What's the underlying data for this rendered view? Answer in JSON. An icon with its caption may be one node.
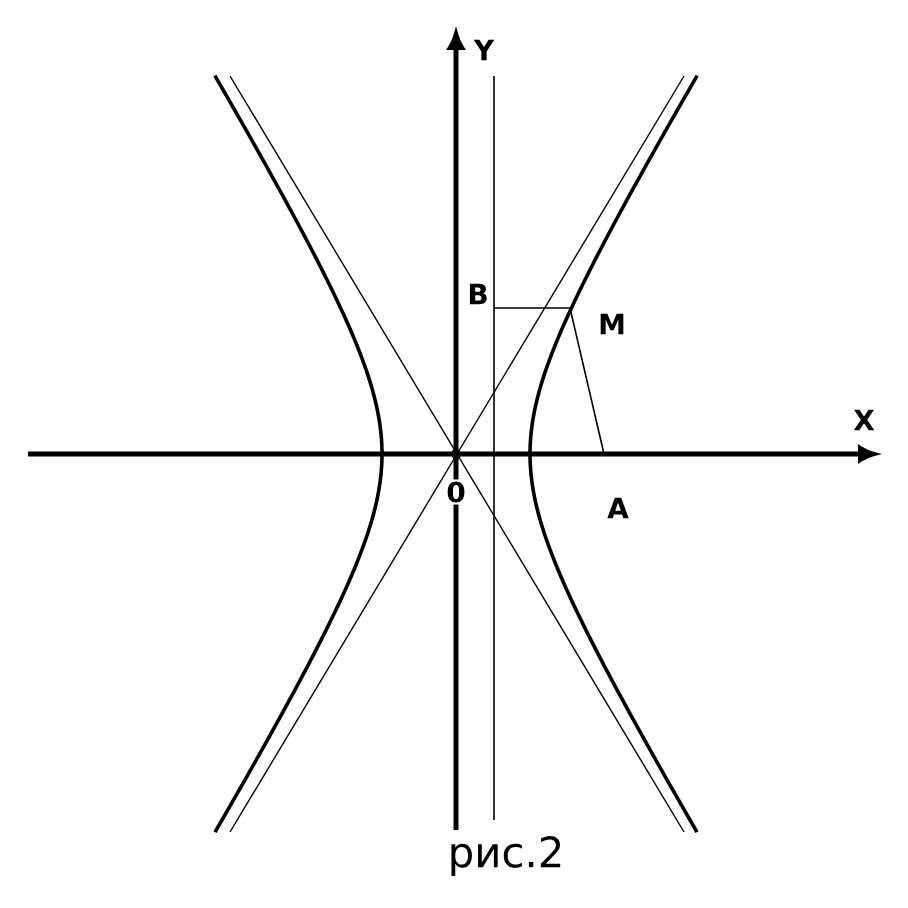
{
  "diagram": {
    "caption": "рис.2",
    "labels": [
      "Y",
      "B",
      "M",
      "X",
      "0",
      "A"
    ]
  }
}
